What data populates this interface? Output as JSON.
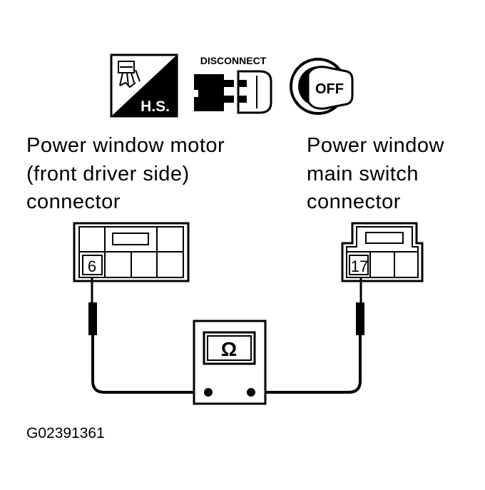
{
  "icons": {
    "hs_label": "H.S.",
    "disconnect_label": "DISCONNECT",
    "ignition_label": "OFF"
  },
  "connectors": {
    "left": {
      "label_lines": [
        "Power window motor",
        "(front driver side)",
        "connector"
      ],
      "pin": "6"
    },
    "right": {
      "label_lines": [
        "Power window",
        "main switch",
        "connector"
      ],
      "pin": "17"
    }
  },
  "meter": {
    "symbol": "Ω"
  },
  "figure_id": "G02391361"
}
